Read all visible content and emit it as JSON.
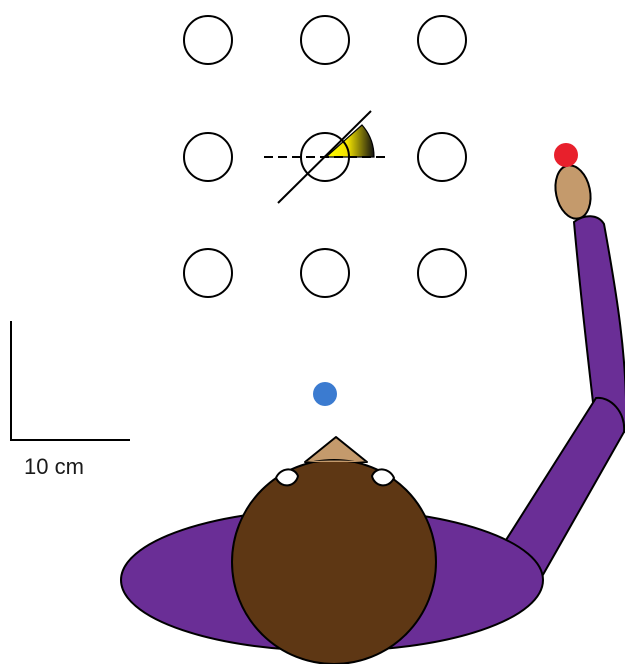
{
  "scale_bar": {
    "label": "10 cm"
  },
  "colors": {
    "target_outline": "#000000",
    "start_point": "#3b7bd0",
    "fingertip": "#e8202c",
    "body": "#6a2e96",
    "head": "#5e3714",
    "skin": "#c49a6c",
    "eye": "#ffffff",
    "angle_fill_start": "#ffff00",
    "angle_fill_end": "#1a1a1a"
  },
  "target_grid": {
    "rows": 3,
    "columns": 3
  }
}
